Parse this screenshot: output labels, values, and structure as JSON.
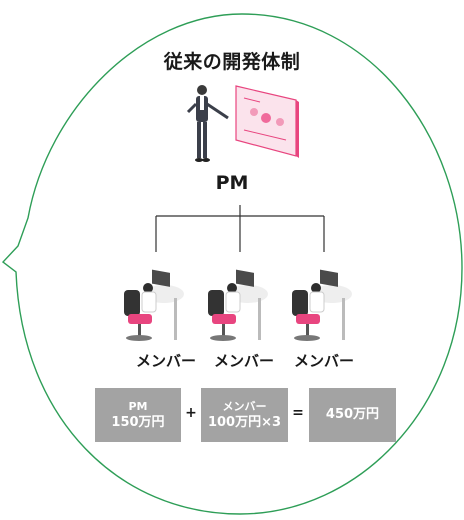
{
  "title": "従来の開発体制",
  "pm_label": "PM",
  "members": [
    "メンバー",
    "メンバー",
    "メンバー"
  ],
  "costs": {
    "pm": {
      "line1": "PM",
      "line2": "150万円"
    },
    "members": {
      "line1": "メンバー",
      "line2": "100万円×3"
    },
    "total": {
      "line1": "450万円"
    },
    "plus": "+",
    "equals": "="
  },
  "colors": {
    "bubble_border": "#2e9e57",
    "box_fill": "#a3a3a3",
    "accent_pink": "#e8457f",
    "line": "#333333"
  }
}
